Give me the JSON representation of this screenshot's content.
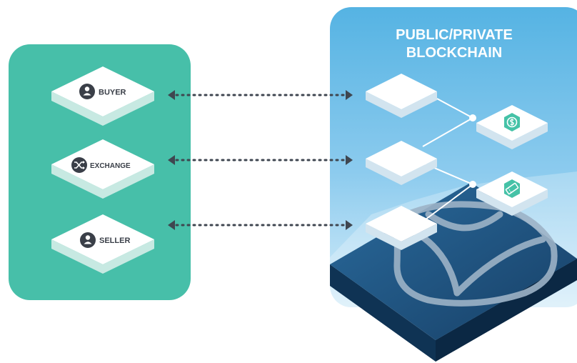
{
  "participants": [
    {
      "id": "buyer",
      "label": "BUYER",
      "icon": "user-icon"
    },
    {
      "id": "exchange",
      "label": "EXCHANGE",
      "icon": "shuffle-icon"
    },
    {
      "id": "seller",
      "label": "SELLER",
      "icon": "user-icon"
    }
  ],
  "blockchain": {
    "title_line1": "PUBLIC/PRIVATE",
    "title_line2": "BLOCKCHAIN",
    "assets": [
      {
        "id": "currency",
        "icon": "dollar-coin-icon"
      },
      {
        "id": "ticket",
        "icon": "ticket-icon"
      }
    ]
  },
  "colors": {
    "left_panel": "#47bfa9",
    "right_panel_top": "#58b5e4",
    "right_panel_bottom": "#cfe9f7",
    "base_dark": "#1d4e7c",
    "base_side": "#0f3354",
    "tile_top": "#ffffff",
    "tile_side": "#cfe4eb",
    "icon_dark": "#3a3f48",
    "asset_green": "#45c2a7",
    "arrow": "#3f4650"
  }
}
